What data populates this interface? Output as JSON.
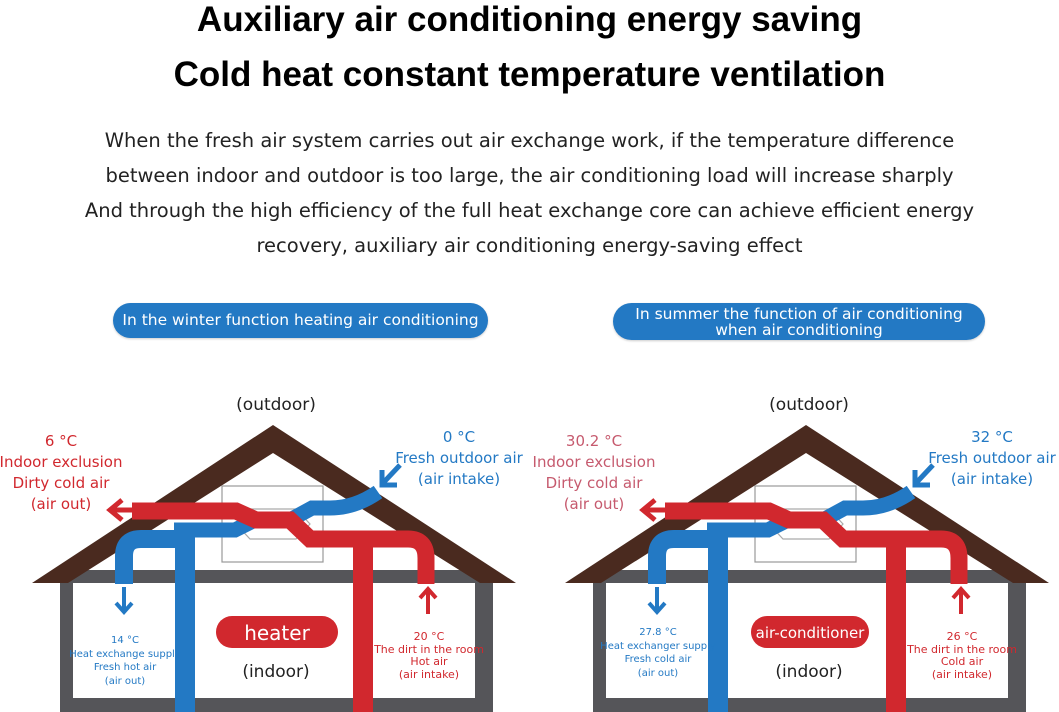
{
  "header": {
    "title_line1": "Auxiliary air conditioning energy saving",
    "title_line2": "Cold heat constant temperature ventilation"
  },
  "description": [
    "When the fresh air system carries out air exchange work, if the temperature difference",
    "between indoor and outdoor is too large, the air conditioning load will increase sharply",
    "And through the high efficiency of the full heat exchange core can achieve efficient energy",
    "recovery, auxiliary air conditioning energy-saving effect"
  ],
  "colors": {
    "blue": "#2379c4",
    "red": "#d1282e",
    "roof": "#4a2a1f",
    "wall": "#555559",
    "pink": "#c65a6e"
  },
  "winter": {
    "pill": "In the winter function heating air conditioning",
    "outdoor": "(outdoor)",
    "indoor": "(indoor)",
    "appliance": "heater",
    "exhaust": {
      "temp": "6 °C",
      "line1": "Indoor exclusion",
      "line2": "Dirty cold air",
      "line3": "(air out)"
    },
    "intake": {
      "temp": "0 °C",
      "line1": "Fresh outdoor air",
      "line2": "(air intake)"
    },
    "supply": {
      "temp": "14 °C",
      "line1": "Heat exchange supply",
      "line2": "Fresh hot air",
      "line3": "(air out)"
    },
    "return": {
      "temp": "20 °C",
      "line1": "The dirt in the room",
      "line2": "Hot air",
      "line3": "(air intake)"
    }
  },
  "summer": {
    "pill_line1": "In summer the function of air conditioning",
    "pill_line2": "when air conditioning",
    "outdoor": "(outdoor)",
    "indoor": "(indoor)",
    "appliance": "air-conditioner",
    "exhaust": {
      "temp": "30.2 °C",
      "line1": "Indoor exclusion",
      "line2": "Dirty cold air",
      "line3": "(air out)"
    },
    "intake": {
      "temp": "32 °C",
      "line1": "Fresh outdoor air",
      "line2": "(air intake)"
    },
    "supply": {
      "temp": "27.8 °C",
      "line1": "Heat exchanger supply",
      "line2": "Fresh cold air",
      "line3": "(air out)"
    },
    "return": {
      "temp": "26 °C",
      "line1": "The dirt in the room",
      "line2": "Cold air",
      "line3": "(air intake)"
    }
  }
}
